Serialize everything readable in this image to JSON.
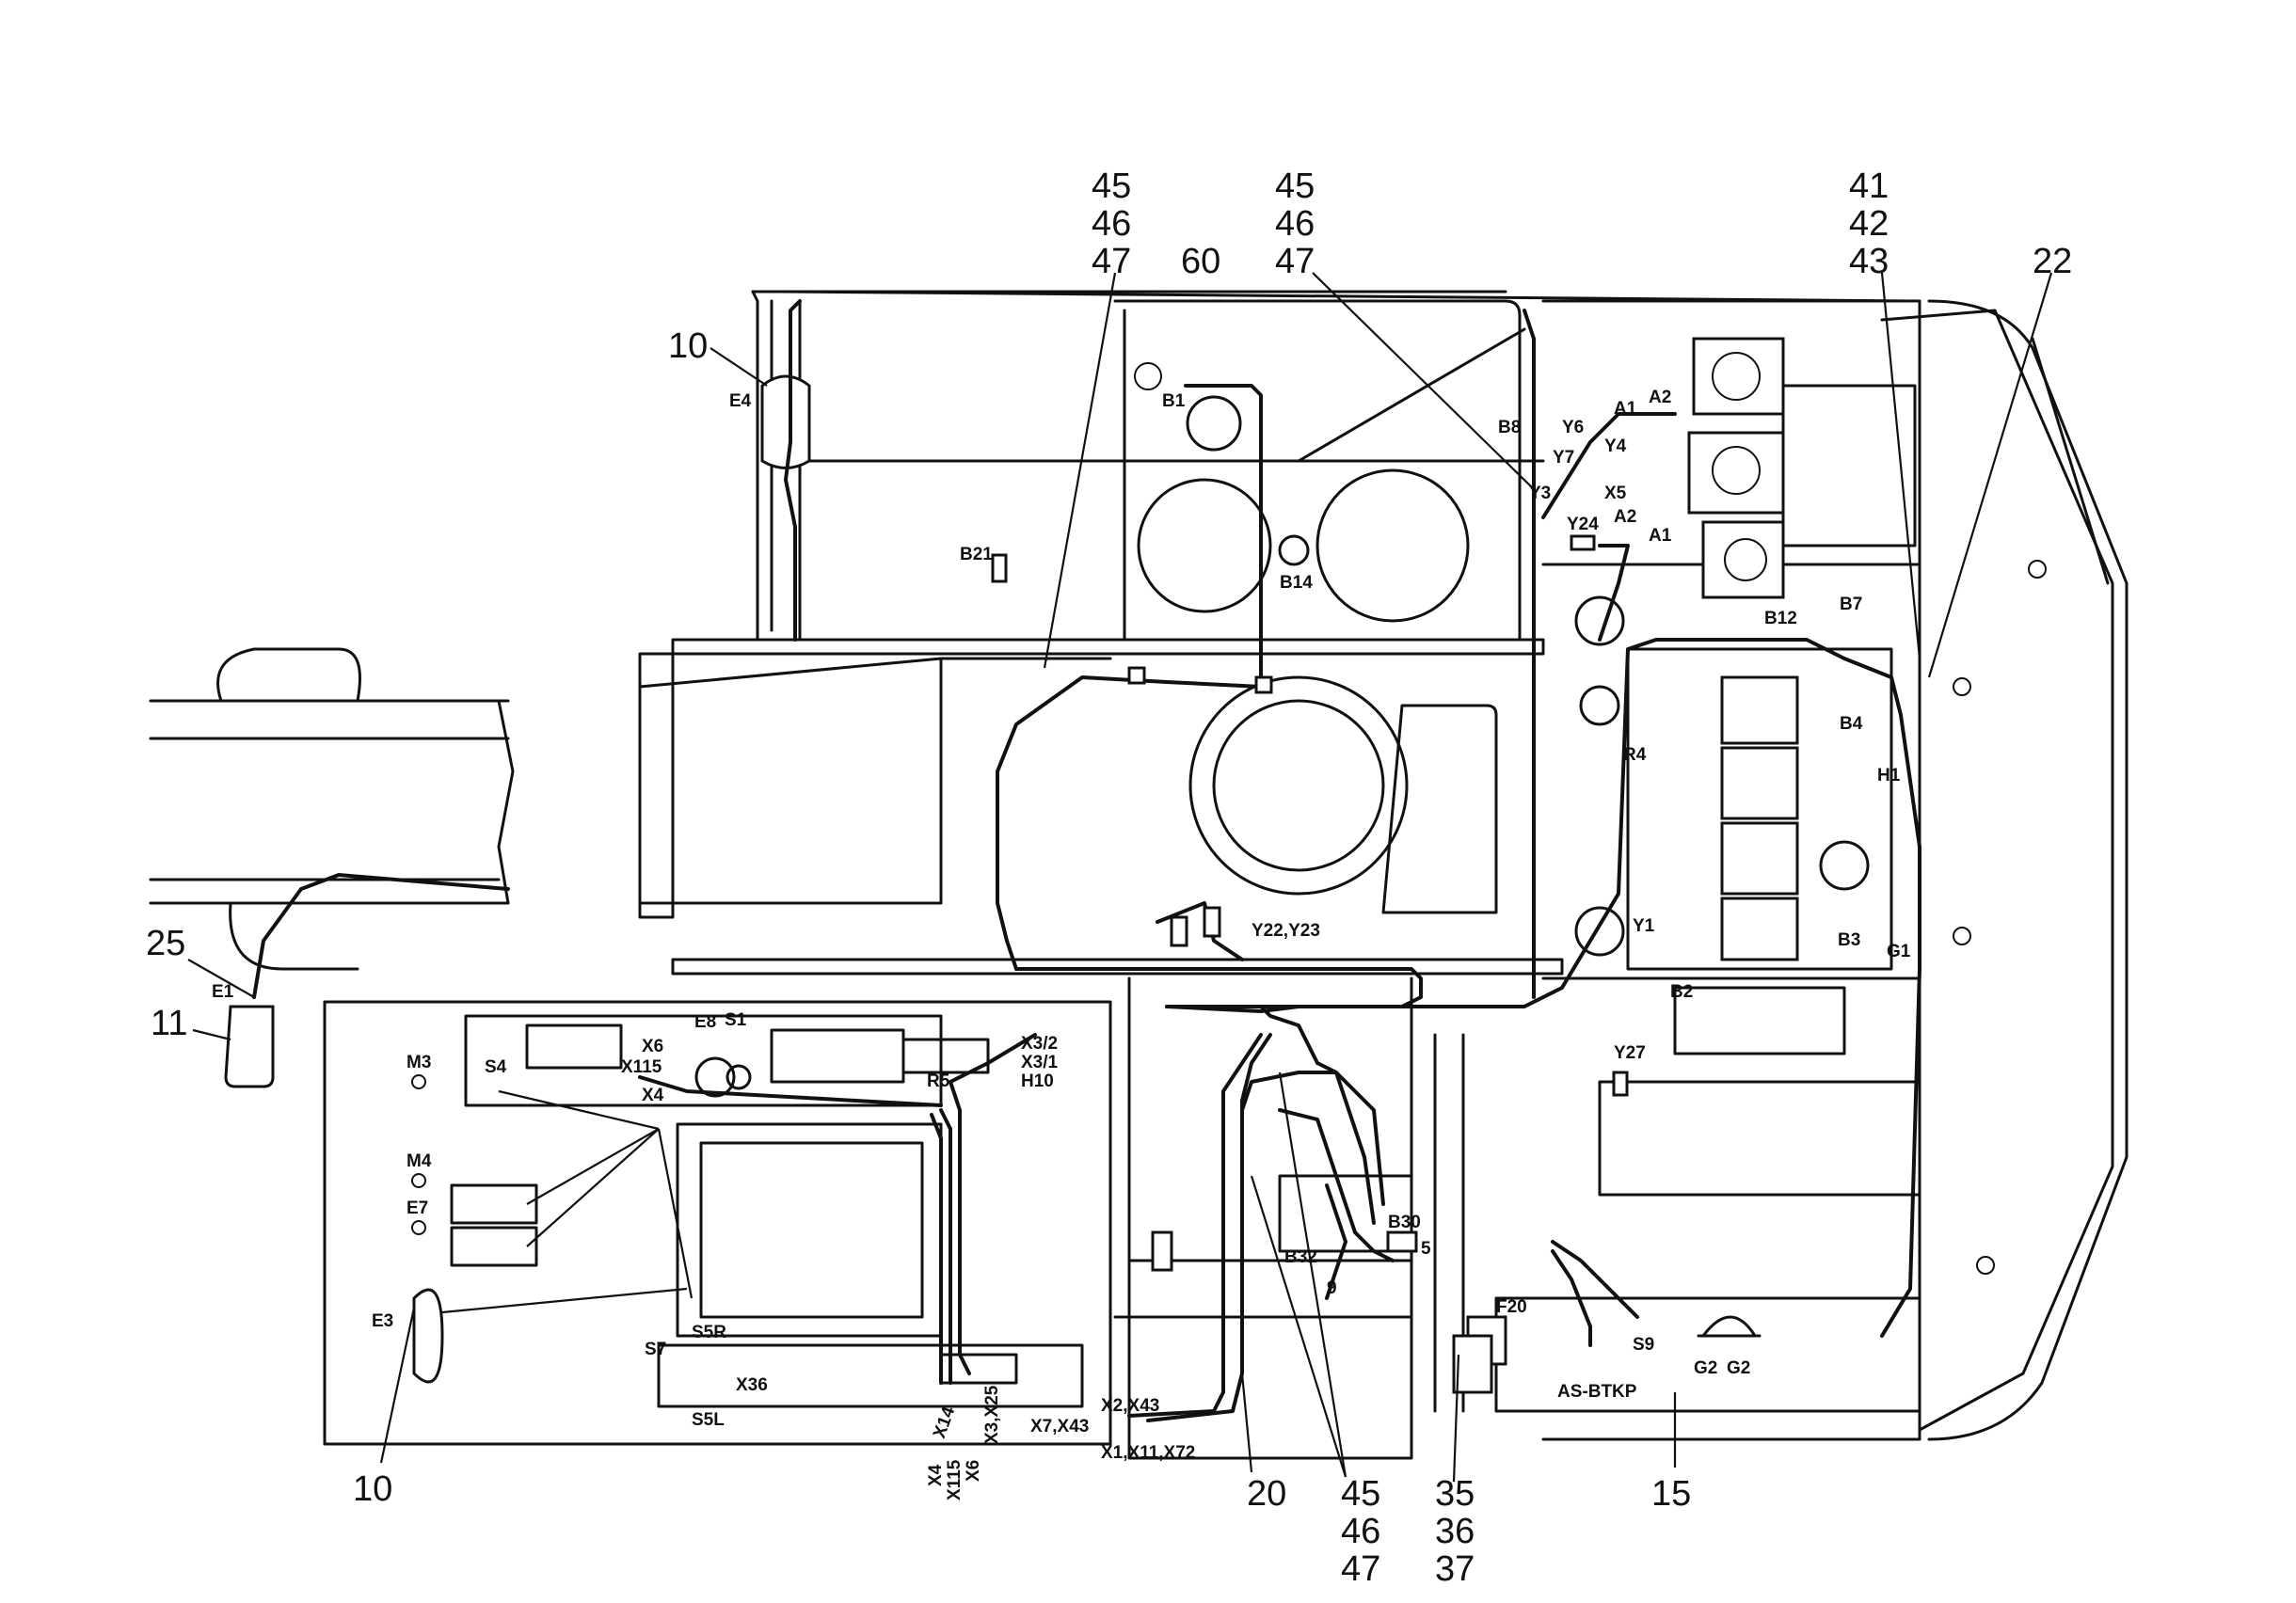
{
  "callouts": {
    "c_45a": "45",
    "c_46a": "46",
    "c_47a": "47",
    "c_60": "60",
    "c_45b": "45",
    "c_46b": "46",
    "c_47b": "47",
    "c_41": "41",
    "c_42": "42",
    "c_43": "43",
    "c_22": "22",
    "c_10top": "10",
    "c_25": "25",
    "c_11": "11",
    "c_10bot": "10",
    "c_20": "20",
    "c_45c": "45",
    "c_46c": "46",
    "c_47c": "47",
    "c_35": "35",
    "c_36": "36",
    "c_37": "37",
    "c_15": "15"
  },
  "labels": {
    "E4": "E4",
    "B1": "B1",
    "B21": "B21",
    "B14": "B14",
    "A1a": "A1",
    "A2a": "A2",
    "B8": "B8",
    "Y6": "Y6",
    "Y4": "Y4",
    "Y7": "Y7",
    "X5": "X5",
    "A2b": "A2",
    "A1b": "A1",
    "Y3": "Y3",
    "Y24": "Y24",
    "B7": "B7",
    "B12": "B12",
    "B4": "B4",
    "H1": "H1",
    "R4": "R4",
    "Y1": "Y1",
    "B3": "B3",
    "G1": "G1",
    "B2": "B2",
    "Y27": "Y27",
    "Y22Y23": "Y22,Y23",
    "E1": "E1",
    "M3": "M3",
    "S4": "S4",
    "E8": "E8",
    "S1": "S1",
    "X6": "X6",
    "X115": "X115",
    "X4": "X4",
    "X3_2": "X3/2",
    "X3_1": "X3/1",
    "R5": "R5",
    "H10": "H10",
    "M4": "M4",
    "E7": "E7",
    "E3": "E3",
    "S7": "S7",
    "S5R": "S5R",
    "X36": "X36",
    "S5L": "S5L",
    "vX4": "X4",
    "vX115": "X115",
    "vX14": "X14",
    "vX6": "X6",
    "vX3X25": "X3,X25",
    "X2X43": "X2,X43",
    "X7X43": "X7,X43",
    "X1X11X72": "X1,X11,X72",
    "B30": "B30",
    "n5": "5",
    "B32": "B32",
    "n9": "9",
    "F20": "F20",
    "S9": "S9",
    "ASBTKP": "AS-BTKP",
    "G2a": "G2",
    "G2b": "G2"
  }
}
